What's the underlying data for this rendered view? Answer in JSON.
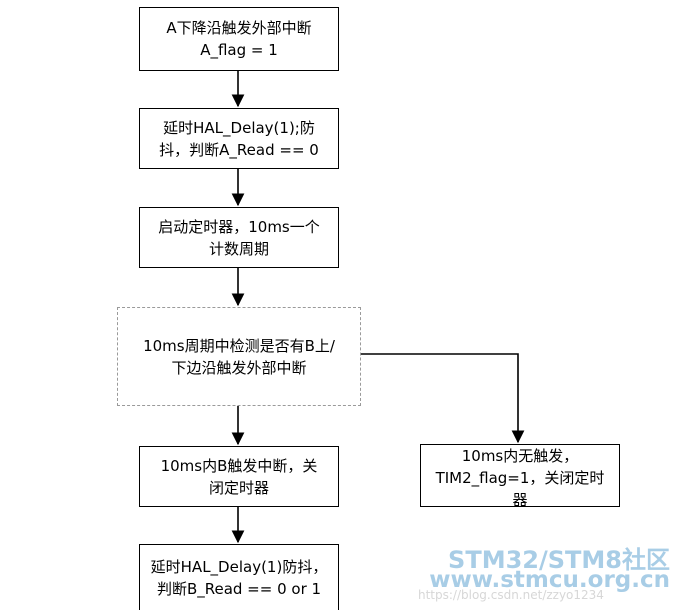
{
  "nodes": {
    "a_falling_edge": {
      "line1": "A下降沿触发外部中断",
      "line2": "A_flag = 1"
    },
    "delay_debounce_a": {
      "line1": "延时HAL_Delay(1);防",
      "line2": "抖，判断A_Read == 0"
    },
    "start_timer": {
      "line1": "启动定时器，10ms一个",
      "line2": "计数周期"
    },
    "detect_b_edge": {
      "line1": "10ms周期中检测是否有B上/",
      "line2": "下边沿触发外部中断"
    },
    "b_interrupt": {
      "line1": "10ms内B触发中断，关",
      "line2": "闭定时器"
    },
    "no_trigger": {
      "line1": "10ms内无触发，",
      "line2": "TIM2_flag=1，关闭定时",
      "line3": "器"
    },
    "delay_debounce_b": {
      "line1": "延时HAL_Delay(1)防抖，",
      "line2": "判断B_Read == 0 or 1"
    }
  },
  "watermark": {
    "title": "STM32/STM8社区",
    "url": "www.stmcu.org.cn",
    "blog": "https://blog.csdn.net/zzyo1234"
  },
  "colors": {
    "line": "#000000",
    "dashed_border": "#9a9a9a",
    "watermark": "#a8cde6"
  }
}
